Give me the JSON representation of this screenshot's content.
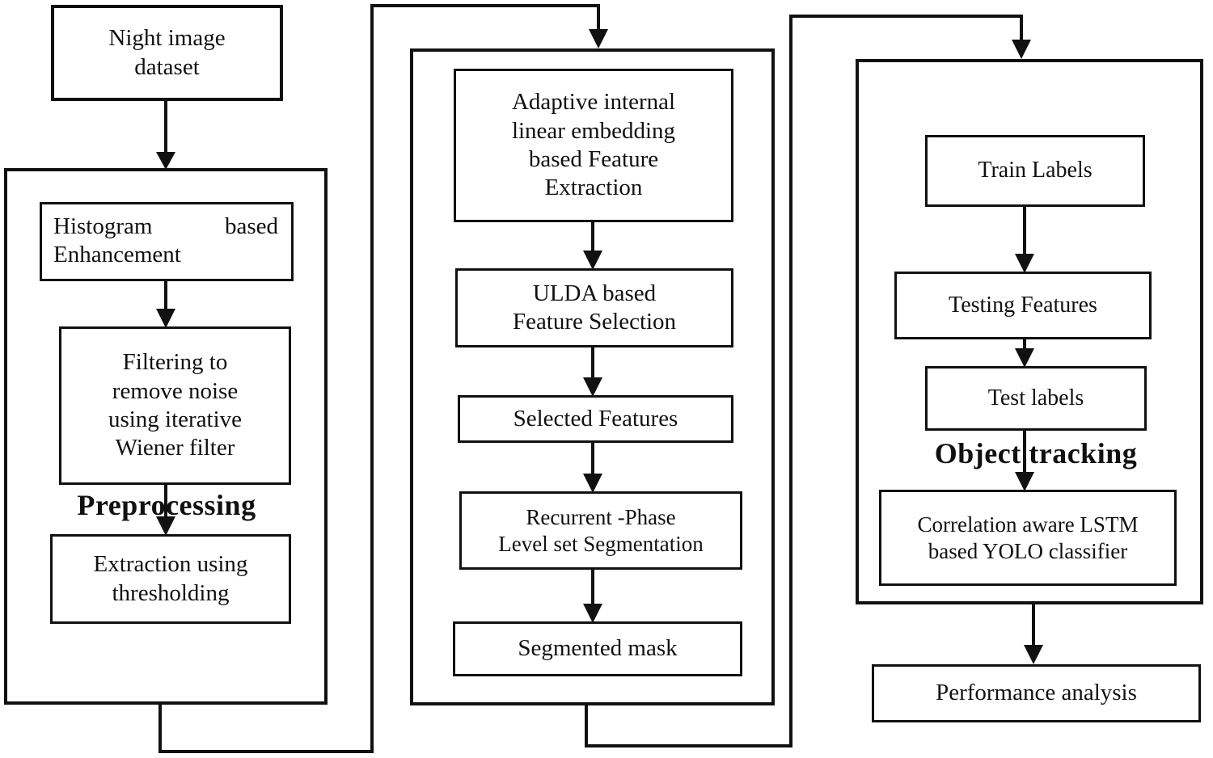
{
  "colors": {
    "line": "#111111",
    "text": "#111111",
    "background": "#ffffff"
  },
  "nodes": {
    "night_image_dataset": {
      "label": "Night image\ndataset"
    },
    "histogram_enhancement": {
      "label": "Histogram based Enhancement"
    },
    "filtering_wiener": {
      "label": "Filtering to\nremove noise\nusing iterative\nWiener filter"
    },
    "extraction_thresholding": {
      "label": "Extraction using\nthresholding"
    },
    "adaptive_embedding": {
      "label": "Adaptive internal\nlinear embedding\nbased Feature\nExtraction"
    },
    "ulda_selection": {
      "label": "ULDA based\nFeature Selection"
    },
    "selected_features": {
      "label": "Selected Features"
    },
    "recurrent_segmentation": {
      "label": "Recurrent -Phase\nLevel set Segmentation"
    },
    "segmented_mask": {
      "label": "Segmented mask"
    },
    "train_labels": {
      "label": "Train Labels"
    },
    "testing_features": {
      "label": "Testing Features"
    },
    "test_labels": {
      "label": "Test labels"
    },
    "correlation_yolo": {
      "label": "Correlation aware LSTM\nbased YOLO classifier"
    },
    "performance_analysis": {
      "label": "Performance analysis"
    }
  },
  "section_labels": {
    "preprocessing": "Preprocessing",
    "object_tracking": "Object tracking"
  }
}
